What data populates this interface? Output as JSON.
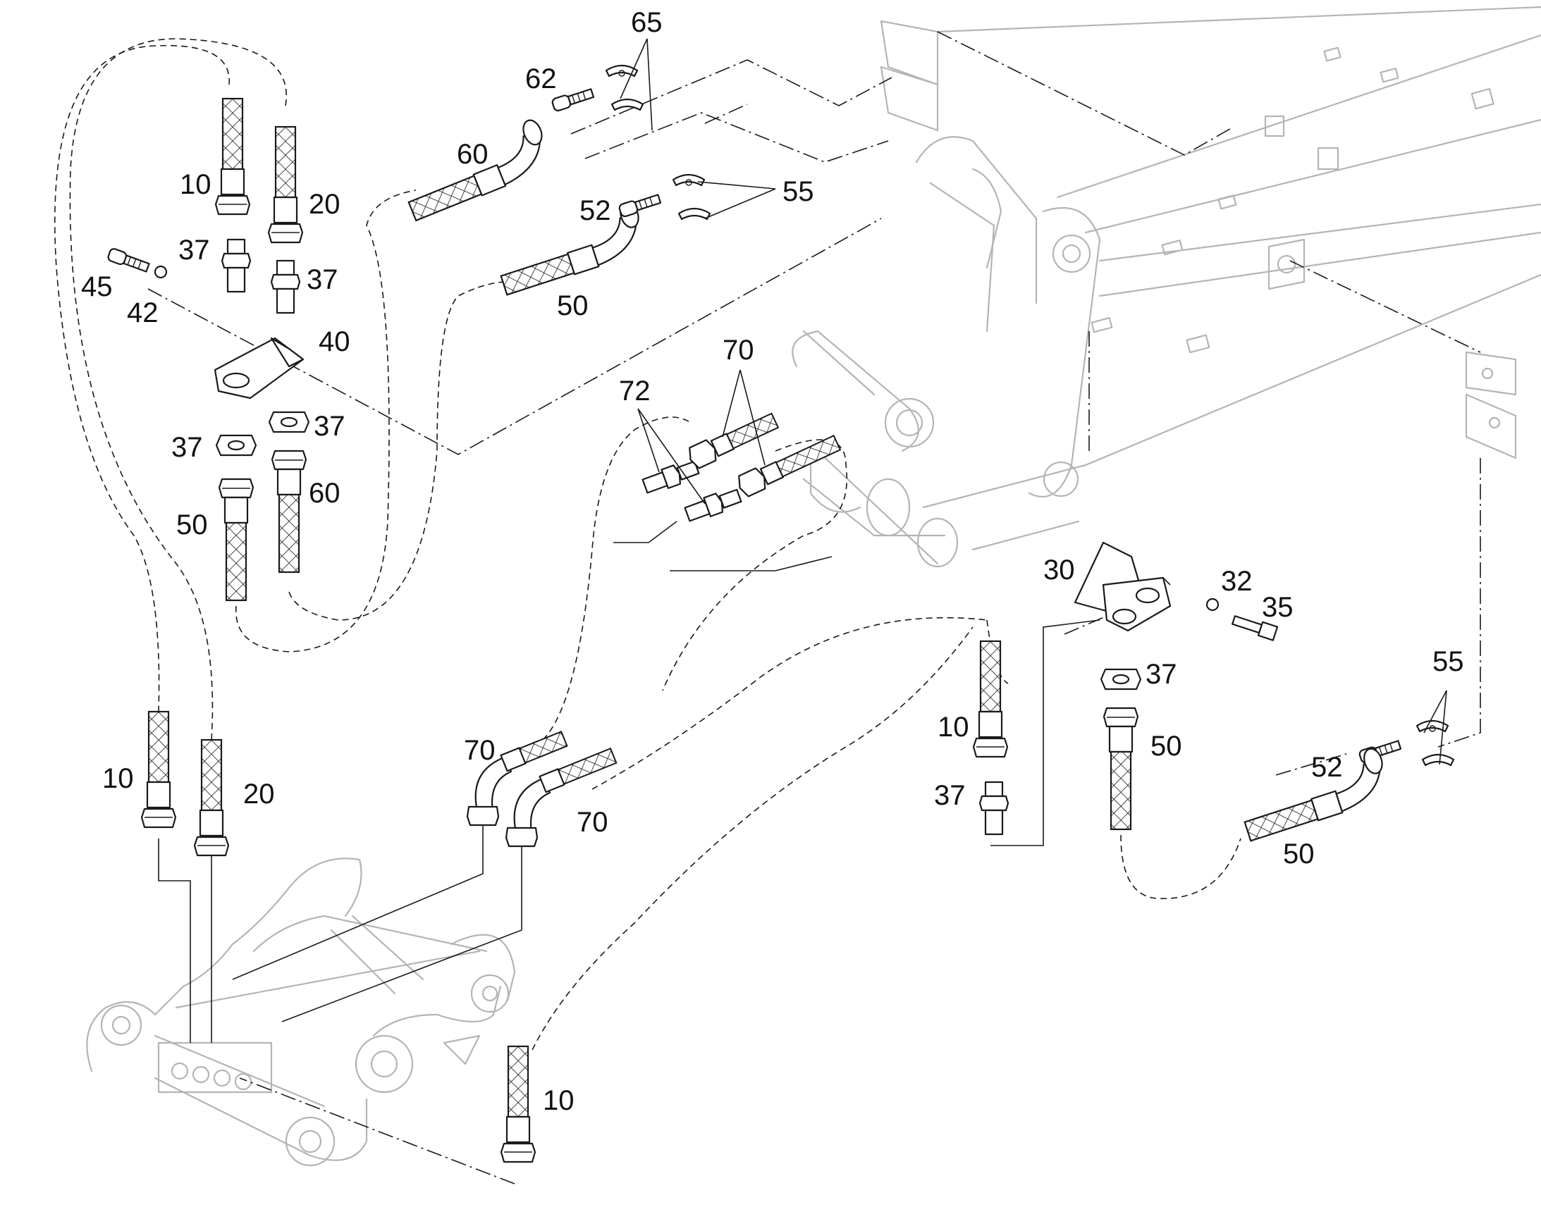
{
  "diagram": {
    "type": "exploded parts diagram",
    "callouts": [
      {
        "id": "c65",
        "text": "65"
      },
      {
        "id": "c62",
        "text": "62"
      },
      {
        "id": "c60a",
        "text": "60"
      },
      {
        "id": "c55a",
        "text": "55"
      },
      {
        "id": "c52a",
        "text": "52"
      },
      {
        "id": "c50a",
        "text": "50"
      },
      {
        "id": "c10a",
        "text": "10"
      },
      {
        "id": "c20a",
        "text": "20"
      },
      {
        "id": "c37a",
        "text": "37"
      },
      {
        "id": "c37b",
        "text": "37"
      },
      {
        "id": "c45",
        "text": "45"
      },
      {
        "id": "c42",
        "text": "42"
      },
      {
        "id": "c40",
        "text": "40"
      },
      {
        "id": "c37c",
        "text": "37"
      },
      {
        "id": "c37d",
        "text": "37"
      },
      {
        "id": "c60b",
        "text": "60"
      },
      {
        "id": "c50b",
        "text": "50"
      },
      {
        "id": "c70a",
        "text": "70"
      },
      {
        "id": "c72",
        "text": "72"
      },
      {
        "id": "c30",
        "text": "30"
      },
      {
        "id": "c32",
        "text": "32"
      },
      {
        "id": "c35",
        "text": "35"
      },
      {
        "id": "c37e",
        "text": "37"
      },
      {
        "id": "c55b",
        "text": "55"
      },
      {
        "id": "c10b",
        "text": "10"
      },
      {
        "id": "c50c",
        "text": "50"
      },
      {
        "id": "c37f",
        "text": "37"
      },
      {
        "id": "c52b",
        "text": "52"
      },
      {
        "id": "c50d",
        "text": "50"
      },
      {
        "id": "c10c",
        "text": "10"
      },
      {
        "id": "c20b",
        "text": "20"
      },
      {
        "id": "c70b",
        "text": "70"
      },
      {
        "id": "c70c",
        "text": "70"
      },
      {
        "id": "c10d",
        "text": "10"
      }
    ]
  }
}
